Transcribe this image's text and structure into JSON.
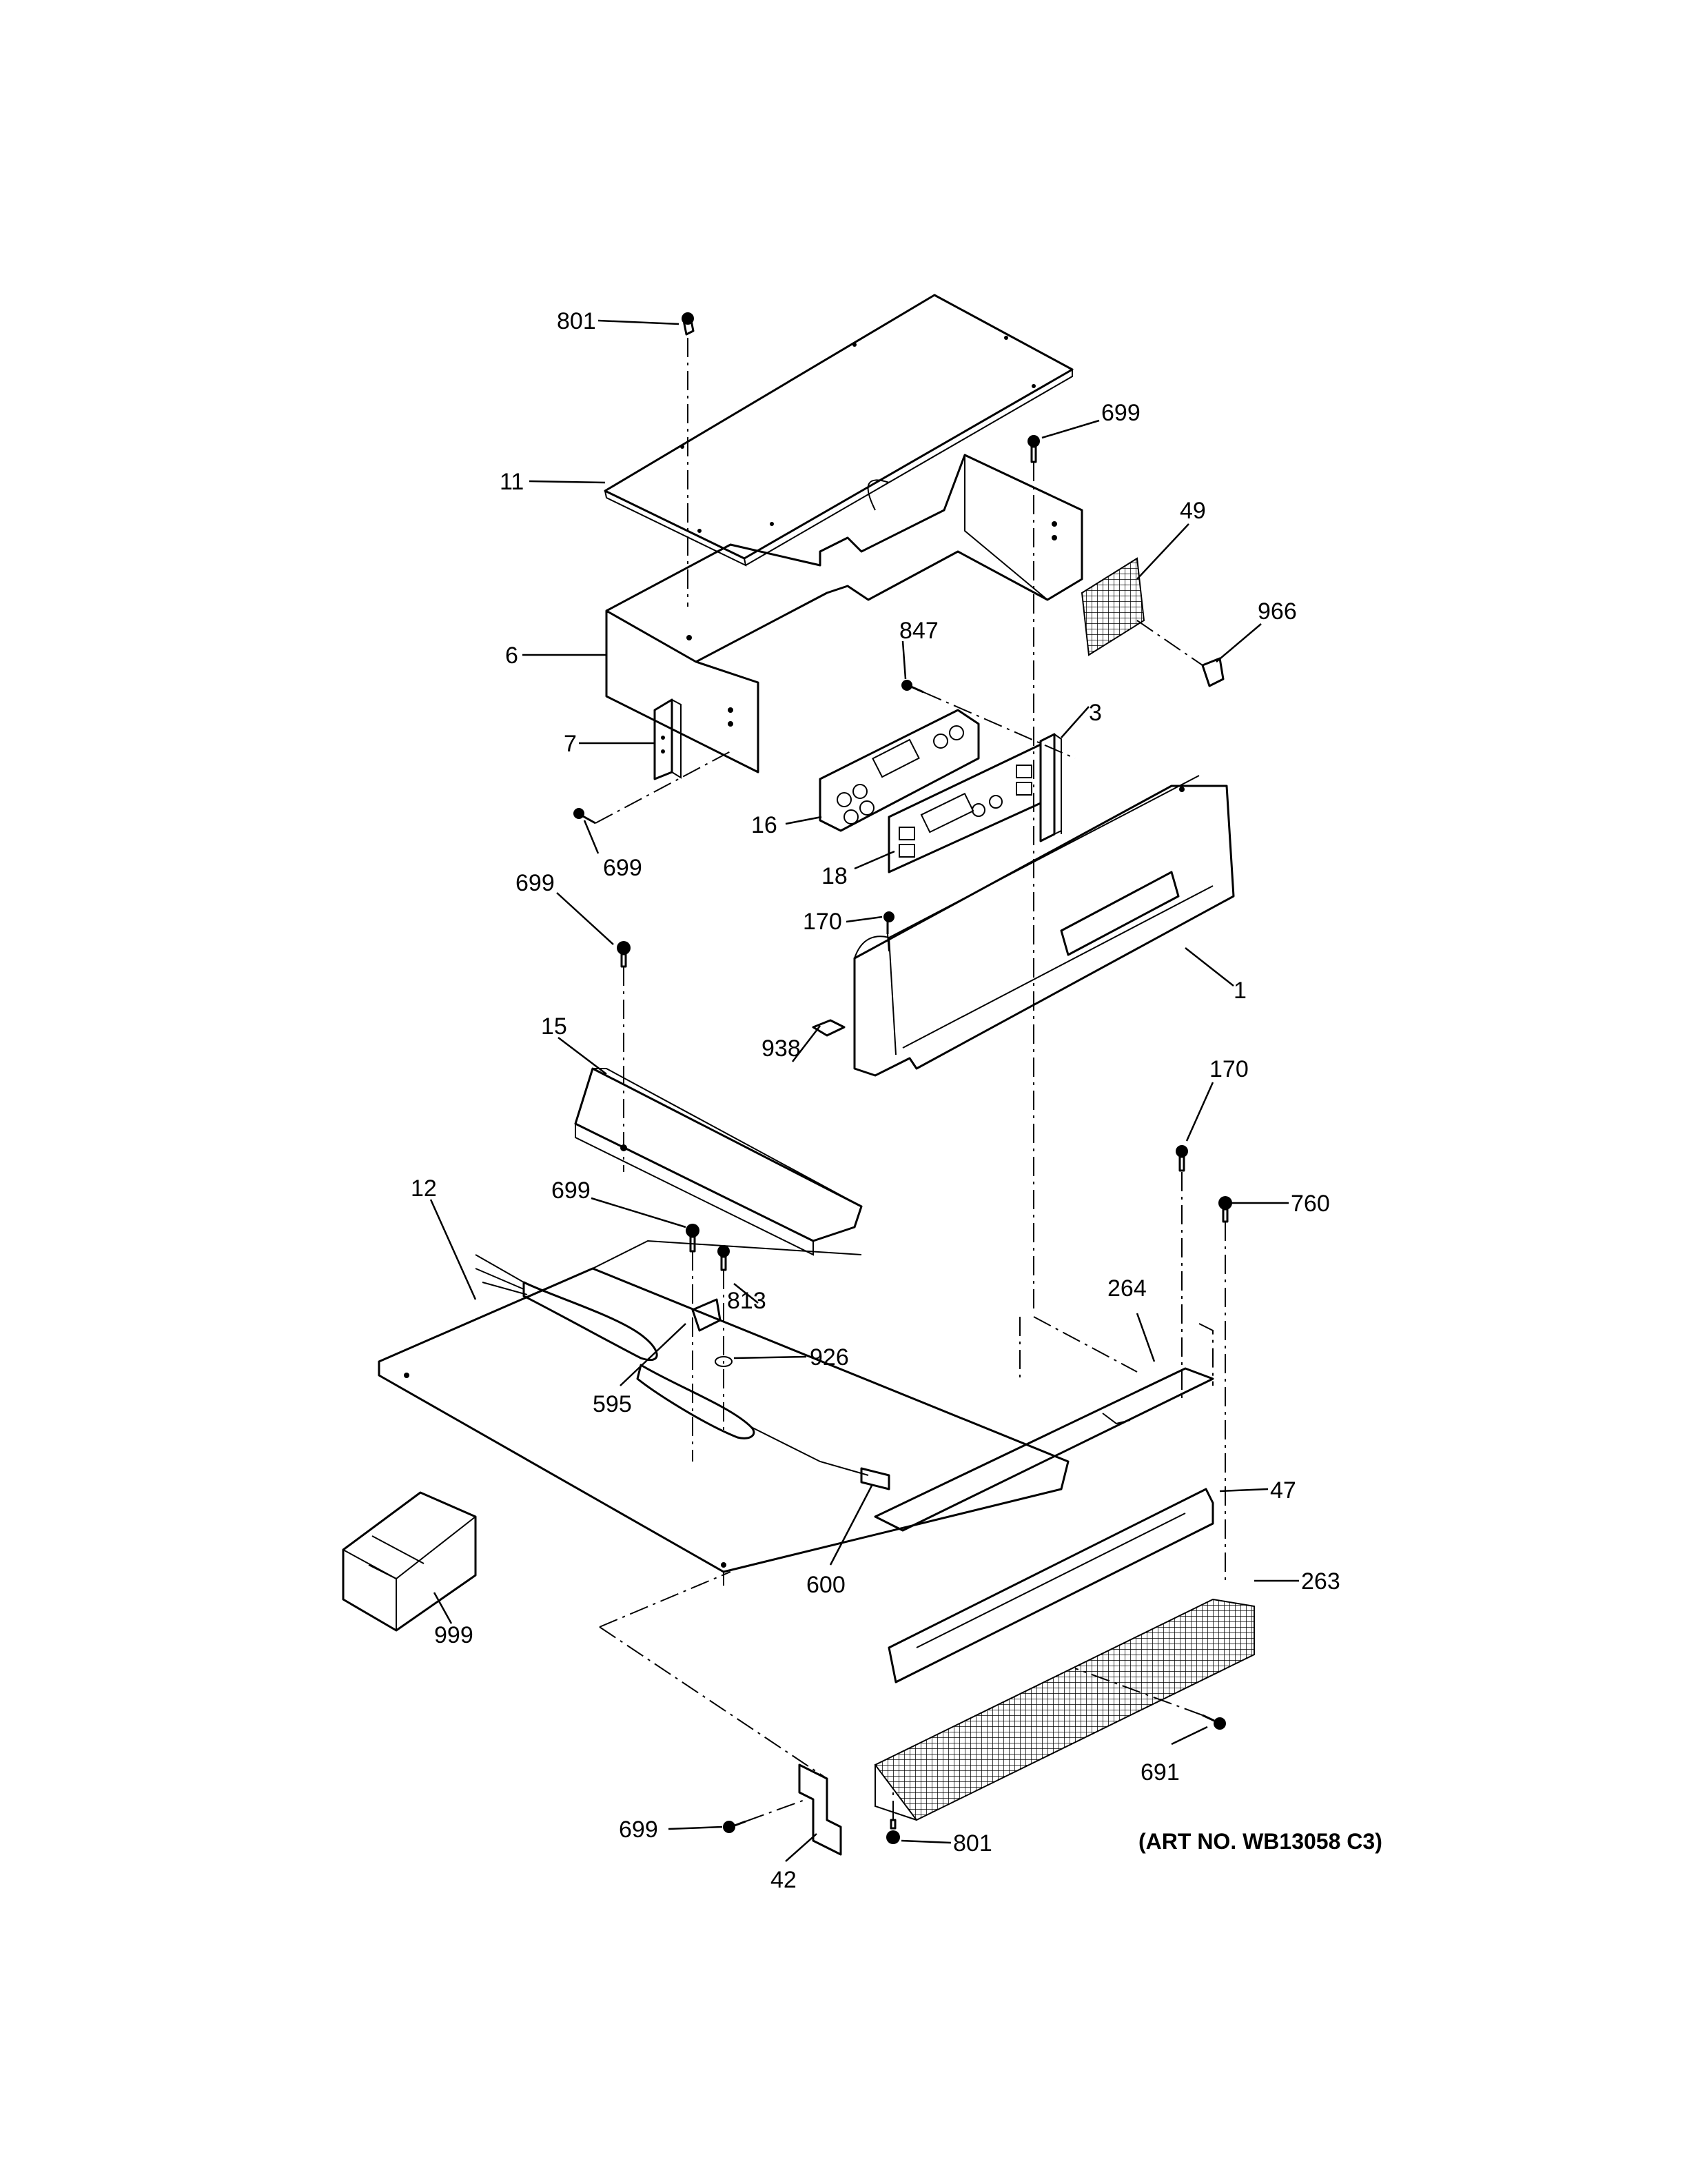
{
  "art_number": "(ART NO. WB13058 C3)",
  "callouts": {
    "c801_top": "801",
    "c11": "11",
    "c699_top": "699",
    "c49": "49",
    "c966": "966",
    "c6": "6",
    "c847": "847",
    "c3": "3",
    "c7": "7",
    "c16": "16",
    "c699_left": "699",
    "c18": "18",
    "c699_mid": "699",
    "c170_panel": "170",
    "c1": "1",
    "c15": "15",
    "c938": "938",
    "c170_right": "170",
    "c12": "12",
    "c699_center": "699",
    "c760": "760",
    "c813": "813",
    "c264": "264",
    "c926": "926",
    "c595": "595",
    "c47": "47",
    "c999": "999",
    "c600": "600",
    "c263": "263",
    "c691": "691",
    "c699_bottom": "699",
    "c801_bottom": "801",
    "c42": "42"
  }
}
